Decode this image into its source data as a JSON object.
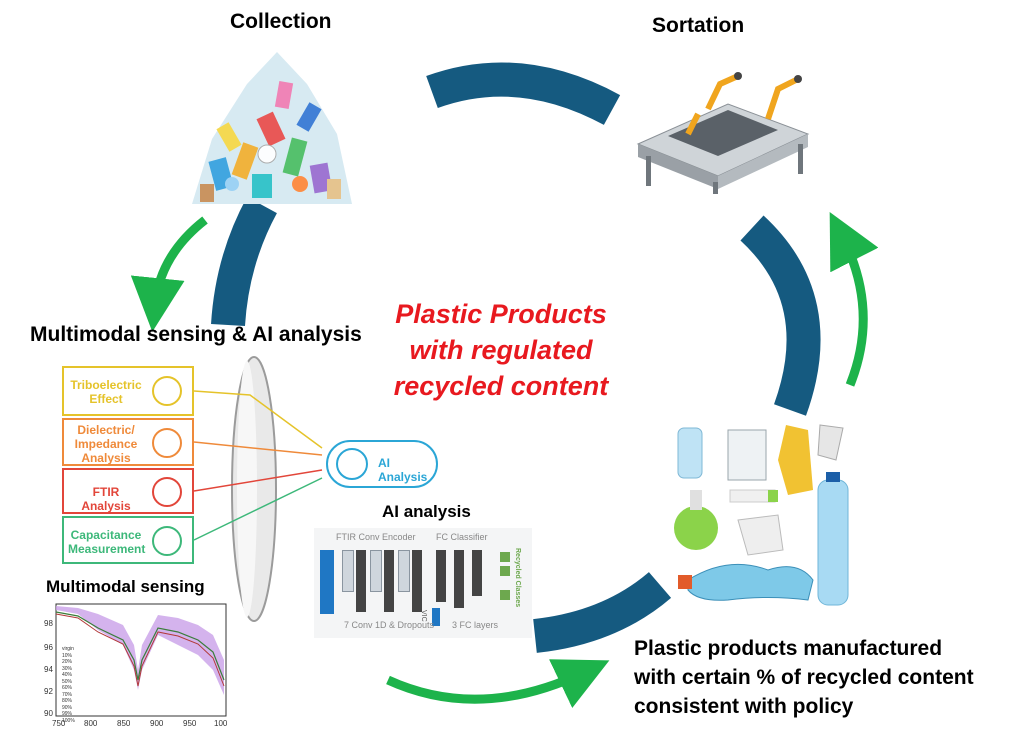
{
  "stages": {
    "collection": "Collection",
    "sortation": "Sortation",
    "sensing_ai": "Multimodal sensing & AI analysis",
    "manufactured": [
      "Plastic products manufactured",
      "with certain % of recycled content",
      "consistent with policy"
    ]
  },
  "center_title": [
    "Plastic Products",
    "with regulated",
    "recycled content"
  ],
  "sensors": [
    {
      "label": "Triboelectric Effect",
      "color": "#e5c32a"
    },
    {
      "label": "Dielectric/ Impedance Analysis",
      "color": "#ef8a3a"
    },
    {
      "label": "FTIR Analysis",
      "color": "#e2463a"
    },
    {
      "label": "Capacitance Measurement",
      "color": "#3db87a"
    }
  ],
  "ai_node": {
    "label": "AI Analysis",
    "color": "#2ba6d6"
  },
  "ai_analysis_title": "AI analysis",
  "nn": {
    "encoder_title": "FTIR Conv Encoder",
    "classifier_title": "FC Classifier",
    "encoder_caption": "7 Conv 1D & Dropouts",
    "classifier_caption": "3 FC layers",
    "output_label": "Recycled Classes",
    "vic_label": "VIC"
  },
  "sensing_title": "Multimodal sensing",
  "spectrum_chart": {
    "x_ticks": [
      "750",
      "800",
      "850",
      "900",
      "950",
      "100"
    ],
    "y_ticks": [
      "98",
      "96",
      "94",
      "92",
      "90"
    ],
    "legend": [
      "virgin",
      "10%",
      "20%",
      "30%",
      "40%",
      "50%",
      "60%",
      "70%",
      "80%",
      "90%",
      "99%",
      "100%"
    ]
  },
  "colors": {
    "arc": "#155a80",
    "arrow": "#1db34b",
    "center_text": "#e8191f"
  }
}
